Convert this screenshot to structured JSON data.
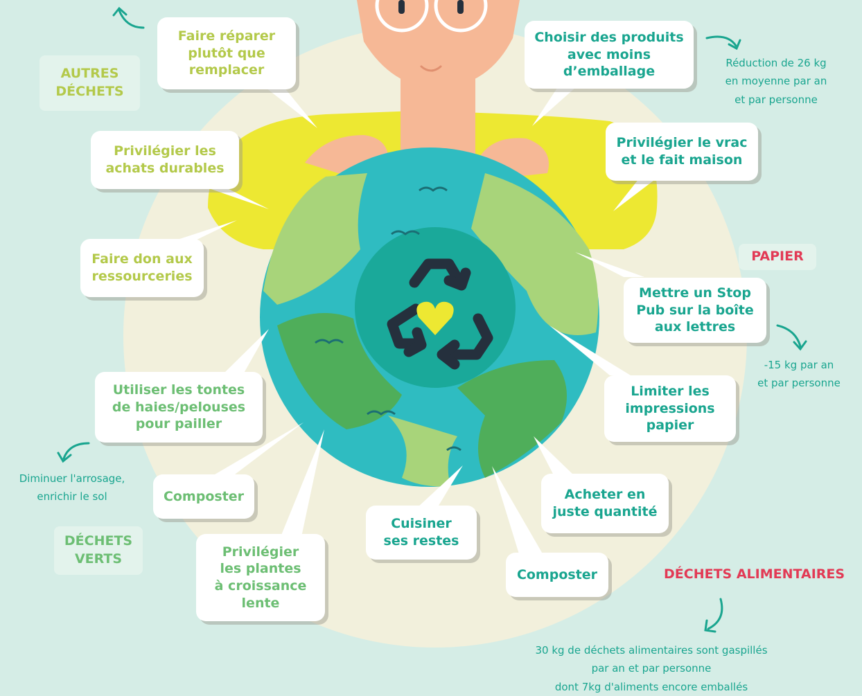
{
  "colors": {
    "background": "#d5ede6",
    "halo": "#f2f0dc",
    "shirt": "#ede832",
    "skin": "#f6b896",
    "ocean": "#2fbcc1",
    "land_dark": "#4fae5a",
    "land_light": "#a8d47a",
    "center_disc": "#1aa99a",
    "recycle_arrows": "#25303d",
    "heart": "#ede832",
    "text_yellow": "#b3c94a",
    "text_teal": "#19a58f",
    "text_green": "#6cbe73",
    "text_red": "#e23a55"
  },
  "icons": [
    "recycle-icon",
    "heart-icon",
    "curved-arrow-icon",
    "wave-icon"
  ],
  "categories": {
    "autres": "AUTRES\nDÉCHETS",
    "papier": "PAPIER",
    "verts": "DÉCHETS\nVERTS",
    "alimentaires": "DÉCHETS ALIMENTAIRES"
  },
  "bubbles": {
    "reparer": "Faire réparer\nplutôt que\nremplacer",
    "emballage": "Choisir des produits\navec moins\nd’emballage",
    "durables": "Privilégier les\nachats durables",
    "vrac": "Privilégier le vrac\net le fait maison",
    "don": "Faire don aux\nressourceries",
    "stoppub": "Mettre un Stop\nPub sur la boîte\naux lettres",
    "tontes": "Utiliser les tontes\nde haies/pelouses\npour pailler",
    "impressions": "Limiter les\nimpressions\npapier",
    "composter_verts": "Composter",
    "acheter": "Acheter en\njuste quantité",
    "cuisiner": "Cuisiner\nses restes",
    "plantes": "Privilégier\nles plantes\nà croissance\nlente",
    "composter_alim": "Composter"
  },
  "notes": {
    "emballage": "Réduction de 26 kg\nen moyenne par an\net par personne",
    "papier": "-15 kg par an\net par personne",
    "verts": "Diminuer l'arrosage,\nenrichir le sol",
    "alimentaires": "30 kg de déchets alimentaires sont gaspillés\npar an et par personne\ndont 7kg d'aliments encore emballés"
  }
}
